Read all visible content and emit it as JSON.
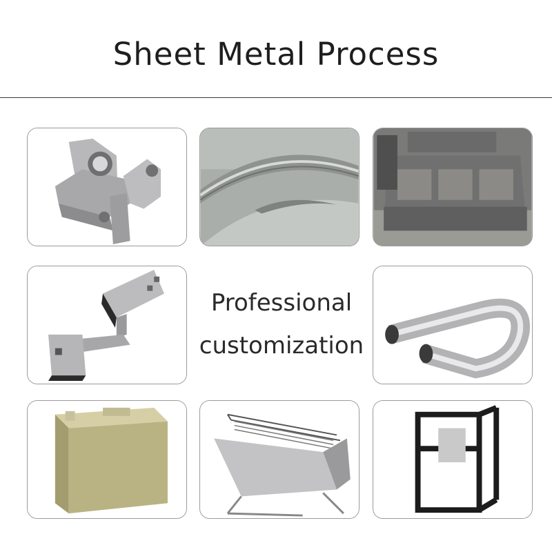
{
  "header": {
    "title": "Sheet Metal Process"
  },
  "center": {
    "line1": "Professional",
    "line2": "customization"
  },
  "tiles": [
    {
      "id": "bracket",
      "icon": "steel-bracket-image"
    },
    {
      "id": "weld-seam",
      "icon": "weld-seam-image"
    },
    {
      "id": "steel-frame",
      "icon": "steel-frame-image"
    },
    {
      "id": "angled-bracket",
      "icon": "angled-bracket-image"
    },
    {
      "id": "u-tube",
      "icon": "u-tube-image"
    },
    {
      "id": "tank",
      "icon": "metal-tank-image"
    },
    {
      "id": "bbq-grill",
      "icon": "bbq-grill-image"
    },
    {
      "id": "black-frame",
      "icon": "black-frame-image"
    }
  ]
}
